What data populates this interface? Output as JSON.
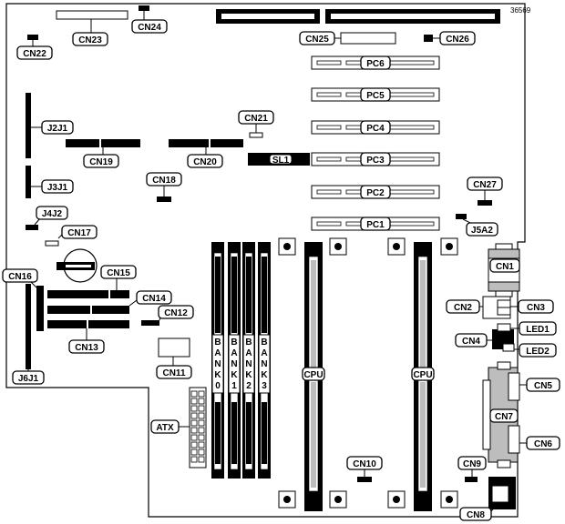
{
  "diagram": {
    "id_number": "36569",
    "callouts": {
      "cn1": "CN1",
      "cn2": "CN2",
      "cn3": "CN3",
      "cn4": "CN4",
      "cn5": "CN5",
      "cn6": "CN6",
      "cn7": "CN7",
      "cn8": "CN8",
      "cn9": "CN9",
      "cn10": "CN10",
      "cn11": "CN11",
      "cn12": "CN12",
      "cn13": "CN13",
      "cn14": "CN14",
      "cn15": "CN15",
      "cn16": "CN16",
      "cn17": "CN17",
      "cn18": "CN18",
      "cn19": "CN19",
      "cn20": "CN20",
      "cn21": "CN21",
      "cn22": "CN22",
      "cn23": "CN23",
      "cn24": "CN24",
      "cn25": "CN25",
      "cn26": "CN26",
      "cn27": "CN27",
      "pc1": "PC1",
      "pc2": "PC2",
      "pc3": "PC3",
      "pc4": "PC4",
      "pc5": "PC5",
      "pc6": "PC6",
      "sl1": "SL1",
      "j2j1": "J2J1",
      "j3j1": "J3J1",
      "j4j2": "J4J2",
      "j5a2": "J5A2",
      "j6j1": "J6J1",
      "led1": "LED1",
      "led2": "LED2",
      "atx": "ATX",
      "cpu1": "CPU",
      "cpu2": "CPU"
    },
    "banks": [
      {
        "letters": [
          "B",
          "A",
          "N",
          "K",
          "0"
        ]
      },
      {
        "letters": [
          "B",
          "A",
          "N",
          "K",
          "1"
        ]
      },
      {
        "letters": [
          "B",
          "A",
          "N",
          "K",
          "2"
        ]
      },
      {
        "letters": [
          "B",
          "A",
          "N",
          "K",
          "3"
        ]
      }
    ],
    "colors": {
      "ink": "#000000",
      "paper": "#ffffff",
      "shade": "#bdbdbd"
    }
  }
}
